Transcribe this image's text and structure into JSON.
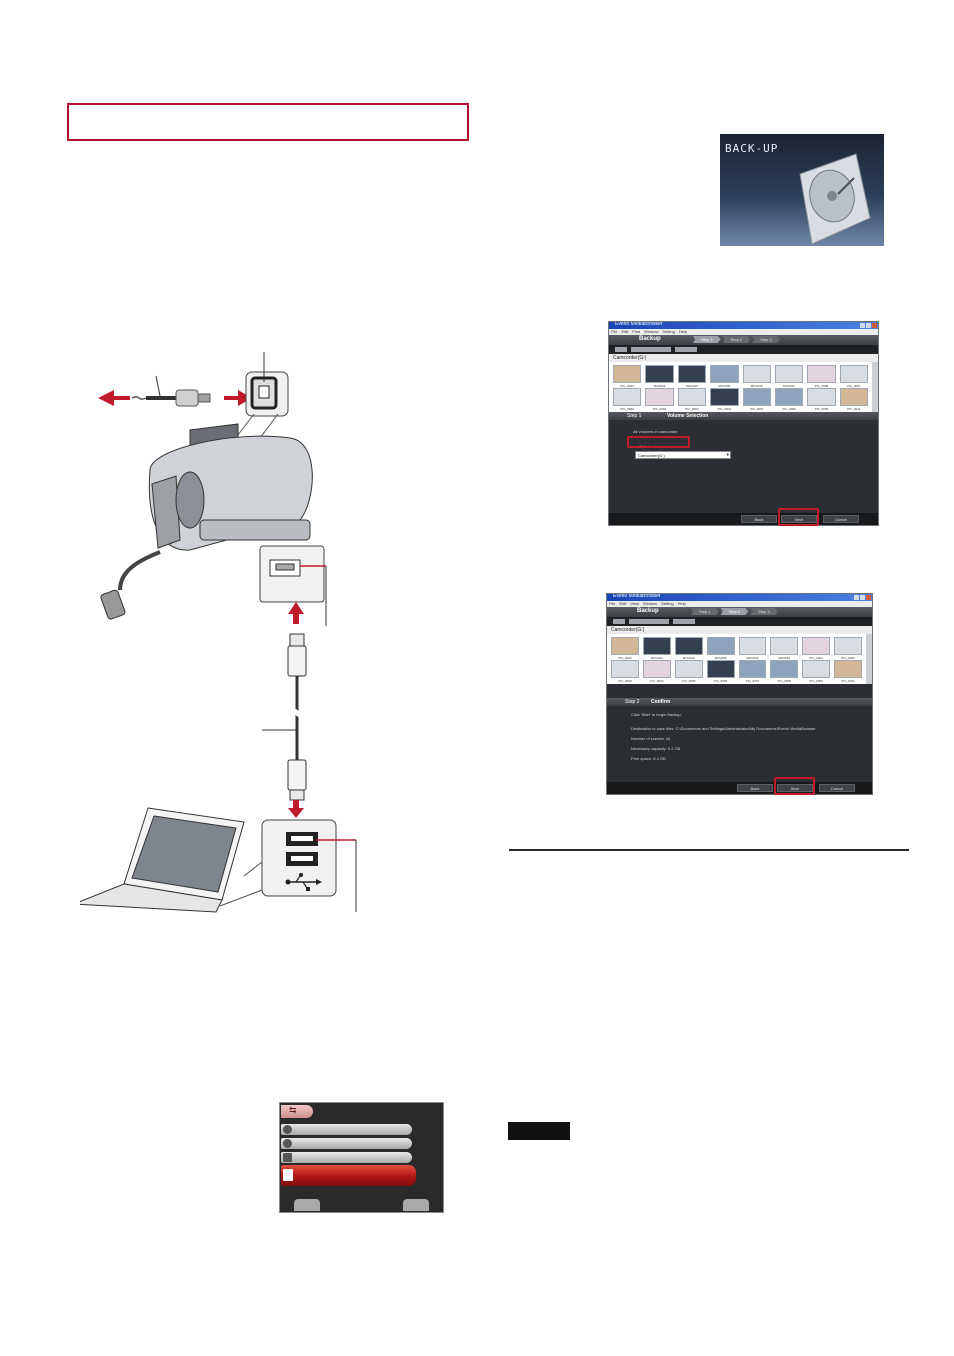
{
  "backup_splash": {
    "title": "BACK-UP"
  },
  "screen1": {
    "window_title": "Everio MediaBrowser",
    "menu": [
      "File",
      "Edit",
      "Find",
      "Window",
      "Setting",
      "Help"
    ],
    "mode": "Backup",
    "steps": [
      "Step 1",
      "Step 2",
      "Step 3"
    ],
    "path": "Camcorder(G:)",
    "thumb_labels": [
      "PIC_0013",
      "MOV024",
      "MOV010",
      "MOV005",
      "MOV015",
      "MOV014",
      "PIC_0008",
      "PIC_0001",
      "PIC_0009",
      "PIC_0002",
      "PIC_0003",
      "PIC_0004",
      "PIC_0007",
      "PIC_0006",
      "PIC_0005",
      "PIC_0011"
    ],
    "panel_step": "Step 1",
    "panel_title": "Volume Selection",
    "option_all": "All volumes in camcorder",
    "option_select": "Select volume",
    "volume_value": "Camcorder(G:)",
    "btn_back": "Back",
    "btn_next": "Next",
    "btn_cancel": "Cancel"
  },
  "screen2": {
    "window_title": "Everio MediaBrowser",
    "menu": [
      "File",
      "Edit",
      "View",
      "Window",
      "Setting",
      "Help"
    ],
    "mode": "Backup",
    "steps": [
      "Step 1",
      "Step 2",
      "Step 3"
    ],
    "path": "Camcorder(G:)",
    "thumb_labels": [
      "PIC_0002",
      "MOV024",
      "MOV010",
      "MOV005",
      "MOV015",
      "MOV014",
      "PIC_0001",
      "PIC_0002",
      "PIC_0003",
      "PIC_0004",
      "PIC_0005",
      "PIC_0006",
      "PIC_0007",
      "PIC_0008",
      "PIC_0009",
      "PIC_0011"
    ],
    "panel_step": "Step 2",
    "panel_title": "Confirm",
    "lines": [
      "Click 'Start' to begin Backup.",
      "Destination to save files: C:\\Documents and Settings\\Administrator\\My Documents\\Everio MediaBrowser",
      "Number of scenes: 44",
      "Necessary capacity: 6.2 GB",
      "Free space: 8.4 GB"
    ],
    "btn_back": "Back",
    "btn_start": "Start",
    "btn_cancel": "Cancel"
  },
  "colors": {
    "accent_red": "#b0122b",
    "shot_dark": "#2a2d31",
    "lcd_selected": "#b21717"
  },
  "icons": [
    "usb-icon",
    "camcorder-illustration",
    "laptop-illustration",
    "hard-disk-illustration"
  ]
}
